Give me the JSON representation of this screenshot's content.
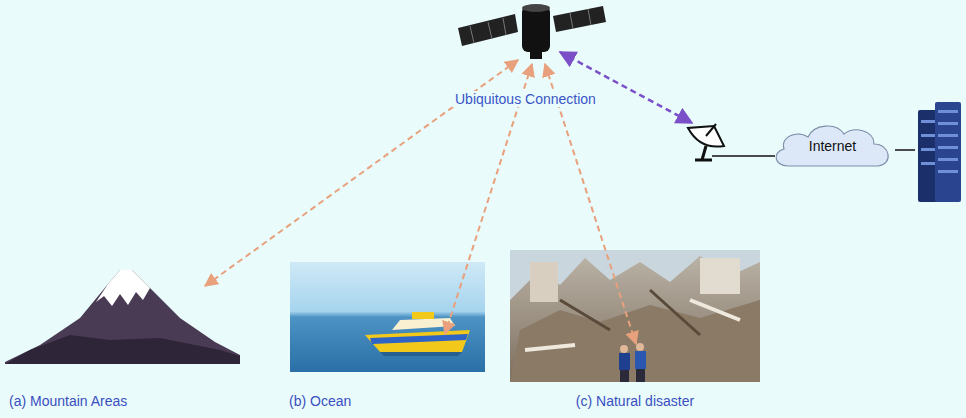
{
  "diagram": {
    "nodes": [
      {
        "text": [
          "(a) Mountain Areas"
        ]
      },
      {
        "text": [
          "(b) Ocean"
        ]
      },
      {
        "text": [
          "(c) Natural disaster"
        ]
      },
      {
        "text": [
          "Internet"
        ]
      }
    ],
    "labels": [
      "Ubiquitous Connection"
    ]
  }
}
